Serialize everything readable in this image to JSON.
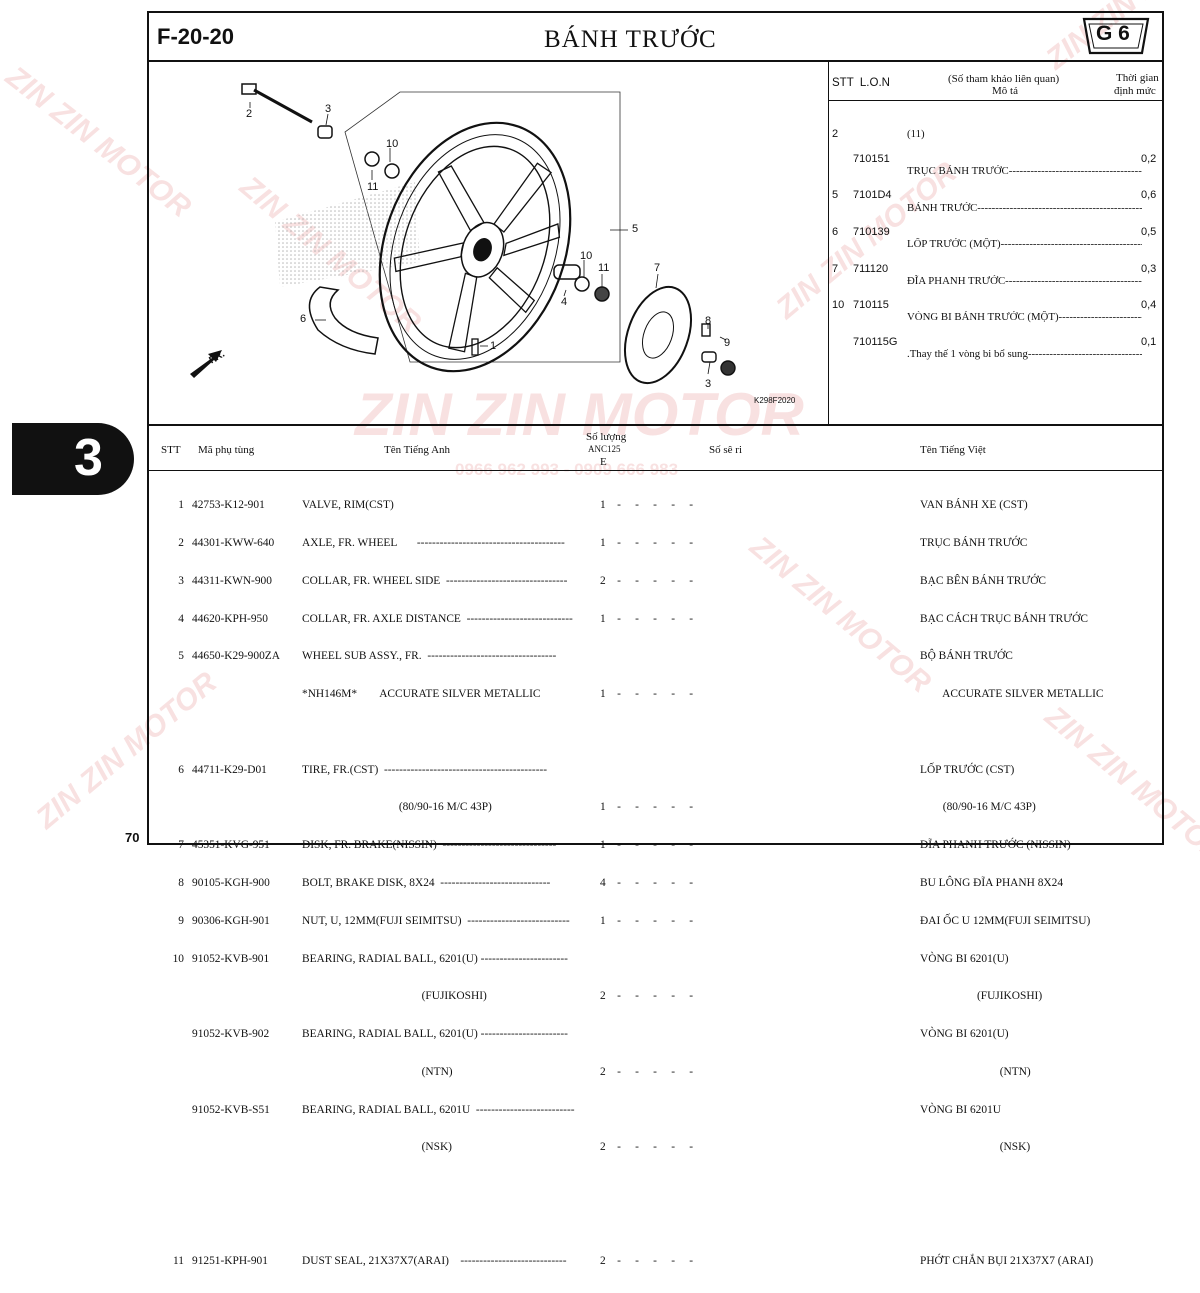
{
  "header": {
    "code": "F-20-20",
    "title": "BÁNH TRƯỚC",
    "badge": "G 6",
    "section_tab": "3",
    "page_number": "70"
  },
  "labor": {
    "headers": {
      "stt_lon": "STT  L.O.N",
      "desc_top": "(Số tham khảo liên quan)",
      "desc_bottom": "Mô tả",
      "time_top": "Thời gian",
      "time_bottom": "định mức"
    },
    "rows": [
      {
        "stt": "2",
        "lon": "",
        "desc": "(11)",
        "time": ""
      },
      {
        "stt": "",
        "lon": "710151",
        "desc": "TRỤC BÁNH TRƯỚC",
        "time": "0,2"
      },
      {
        "stt": "5",
        "lon": "7101D4",
        "desc": "BÁNH TRƯỚC",
        "time": "0,6"
      },
      {
        "stt": "6",
        "lon": "710139",
        "desc": "LỐP TRƯỚC (MỘT)",
        "time": "0,5"
      },
      {
        "stt": "7",
        "lon": "711120",
        "desc": "ĐĨA PHANH TRƯỚC",
        "time": "0,3"
      },
      {
        "stt": "10",
        "lon": "710115",
        "desc": "VÒNG BI BÁNH TRƯỚC (MỘT)",
        "time": "0,4"
      },
      {
        "stt": "",
        "lon": "710115G",
        "desc": ".Thay thế 1 vòng bi bổ sung",
        "time": "0,1"
      }
    ]
  },
  "diagram": {
    "figure_code": "K298F2020",
    "direction": "FR.",
    "callouts": [
      "2",
      "3",
      "10",
      "11",
      "5",
      "10",
      "11",
      "4",
      "7",
      "8",
      "9",
      "3",
      "6",
      "1"
    ]
  },
  "parts": {
    "headers": {
      "stt": "STT",
      "part_no": "Mã phụ tùng",
      "en": "Tên Tiếng Anh",
      "qty_top": "Số lượng",
      "qty_model": "ANC125",
      "qty_type": "E",
      "serial": "Số sê ri",
      "vn": "Tên Tiếng Việt"
    },
    "rows": [
      {
        "stt": "1",
        "part": "42753-K12-901",
        "en": "VALVE, RIM(CST)",
        "qty": "1",
        "vn": "VAN BÁNH XE (CST)"
      },
      {
        "stt": "2",
        "part": "44301-KWW-640",
        "en": "AXLE, FR. WHEEL",
        "qty": "1",
        "vn": "TRỤC BÁNH TRƯỚC"
      },
      {
        "stt": "3",
        "part": "44311-KWN-900",
        "en": "COLLAR, FR. WHEEL SIDE",
        "qty": "2",
        "vn": "BẠC BÊN BÁNH TRƯỚC"
      },
      {
        "stt": "4",
        "part": "44620-KPH-950",
        "en": "COLLAR, FR. AXLE DISTANCE",
        "qty": "1",
        "vn": "BẠC CÁCH TRỤC BÁNH TRƯỚC"
      },
      {
        "stt": "5",
        "part": "44650-K29-900ZA",
        "en": "WHEEL SUB ASSY., FR.",
        "qty": "",
        "vn": "BỘ BÁNH TRƯỚC"
      },
      {
        "stt": "",
        "part": "",
        "en": "*NH146M*        ACCURATE SILVER METALLIC",
        "qty": "1",
        "vn": "        ACCURATE SILVER METALLIC"
      },
      {
        "stt": "6",
        "part": "44711-K29-D01",
        "en": "TIRE, FR.(CST)",
        "qty": "",
        "vn": "LỐP TRƯỚC (CST)"
      },
      {
        "stt": "",
        "part": "",
        "en": "                                  (80/90-16 M/C 43P)",
        "qty": "1",
        "vn": "        (80/90-16 M/C 43P)"
      },
      {
        "stt": "7",
        "part": "45351-KVG-951",
        "en": "DISK, FR. BRAKE(NISSIN)",
        "qty": "1",
        "vn": "ĐĨA PHANH TRƯỚC (NISSIN)"
      },
      {
        "stt": "8",
        "part": "90105-KGH-900",
        "en": "BOLT, BRAKE DISK, 8X24",
        "qty": "4",
        "vn": "BU LÔNG ĐĨA PHANH 8X24"
      },
      {
        "stt": "9",
        "part": "90306-KGH-901",
        "en": "NUT, U, 12MM(FUJI SEIMITSU)",
        "qty": "1",
        "vn": "ĐAI ỐC U 12MM(FUJI SEIMITSU)"
      },
      {
        "stt": "10",
        "part": "91052-KVB-901",
        "en": "BEARING, RADIAL BALL, 6201(U)",
        "qty": "",
        "vn": "VÒNG BI 6201(U)"
      },
      {
        "stt": "",
        "part": "",
        "en": "                                          (FUJIKOSHI)",
        "qty": "2",
        "vn": "                    (FUJIKOSHI)"
      },
      {
        "stt": "",
        "part": "91052-KVB-902",
        "en": "BEARING, RADIAL BALL, 6201(U)",
        "qty": "",
        "vn": "VÒNG BI 6201(U)"
      },
      {
        "stt": "",
        "part": "",
        "en": "                                          (NTN)",
        "qty": "2",
        "vn": "                            (NTN)"
      },
      {
        "stt": "",
        "part": "91052-KVB-S51",
        "en": "BEARING, RADIAL BALL, 6201U",
        "qty": "",
        "vn": "VÒNG BI 6201U"
      },
      {
        "stt": "",
        "part": "",
        "en": "                                          (NSK)",
        "qty": "2",
        "vn": "                            (NSK)"
      },
      {
        "stt": "11",
        "part": "91251-KPH-901",
        "en": "DUST SEAL, 21X37X7(ARAI)",
        "qty": "2",
        "vn": "PHỚT CHẮN BỤI 21X37X7 (ARAI)"
      }
    ]
  },
  "watermark": {
    "brand": "ZIN ZIN MOTOR",
    "phones": "0966 962 993 - 0909 666 983"
  }
}
